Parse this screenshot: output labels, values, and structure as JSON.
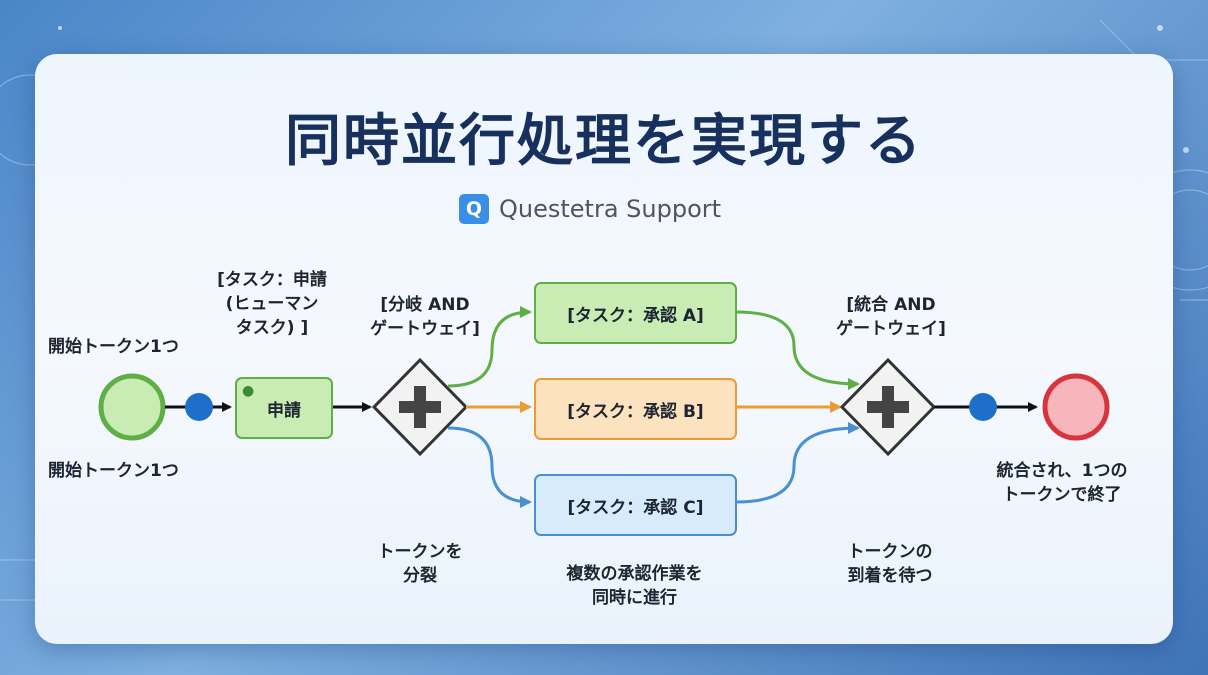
{
  "title": "同時並行処理を実現する",
  "brand": {
    "logo_letter": "Q",
    "name": "Questetra Support",
    "color": "#3a8ee6"
  },
  "nodes": {
    "start_top_label": "開始トークン1つ",
    "start_bottom_label": "開始トークン1つ",
    "human_task_label_line1": "[タスク：申請",
    "human_task_label_line2": "(ヒューマン",
    "human_task_label_line3": "タスク) ]",
    "human_task_text": "申請",
    "split_label_line1": "[分岐 AND",
    "split_label_line2": "ゲートウェイ]",
    "split_caption_line1": "トークンを",
    "split_caption_line2": "分裂",
    "task_a": "[タスク：承認 A]",
    "task_b": "[タスク：承認 B]",
    "task_c": "[タスク：承認 C]",
    "parallel_caption_line1": "複数の承認作業を",
    "parallel_caption_line2": "同時に進行",
    "join_label_line1": "[統合 AND",
    "join_label_line2": "ゲートウェイ]",
    "join_caption_line1": "トークンの",
    "join_caption_line2": "到着を待つ",
    "end_caption_line1": "統合され、1つの",
    "end_caption_line2": "トークンで終了"
  },
  "colors": {
    "title": "#17305c",
    "green": "#5fae46",
    "orange": "#ec9b32",
    "blue": "#4a90d0",
    "token": "#1f6fc8",
    "end": "#d8343c"
  }
}
